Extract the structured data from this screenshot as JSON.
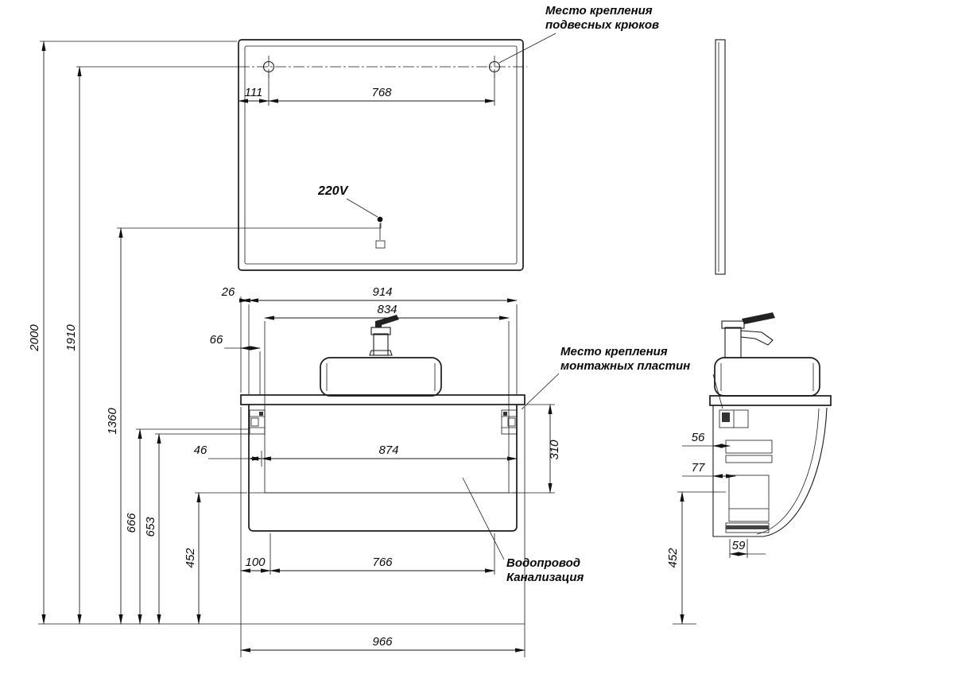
{
  "notes": {
    "hooks1": "Место крепления",
    "hooks2": "подвесных крюков",
    "plates1": "Место крепления",
    "plates2": "монтажных пластин",
    "plumb1": "Водопровод",
    "plumb2": "Канализация",
    "voltage": "220V"
  },
  "dims": {
    "overall_height": "2000",
    "hook_height": "1910",
    "sensor_height": "1360",
    "plate_height_a": "666",
    "plate_height_b": "653",
    "cabinet_bottom_height": "452",
    "hook_left_offset": "111",
    "hook_spacing": "768",
    "countertop_overhang": "26",
    "cabinet_width": "914",
    "plate_span": "834",
    "plate_left_offset": "66",
    "plate_inset": "46",
    "plate_inner_span": "874",
    "plate_zone_height": "310",
    "drain_left_offset": "100",
    "drain_span": "766",
    "countertop_width": "966",
    "side_plate_depth": "56",
    "side_shelf_depth": "77",
    "side_drain_offset": "59",
    "side_bottom_height": "452"
  },
  "colors": {
    "line": "#1a1a1a",
    "background": "#ffffff"
  }
}
